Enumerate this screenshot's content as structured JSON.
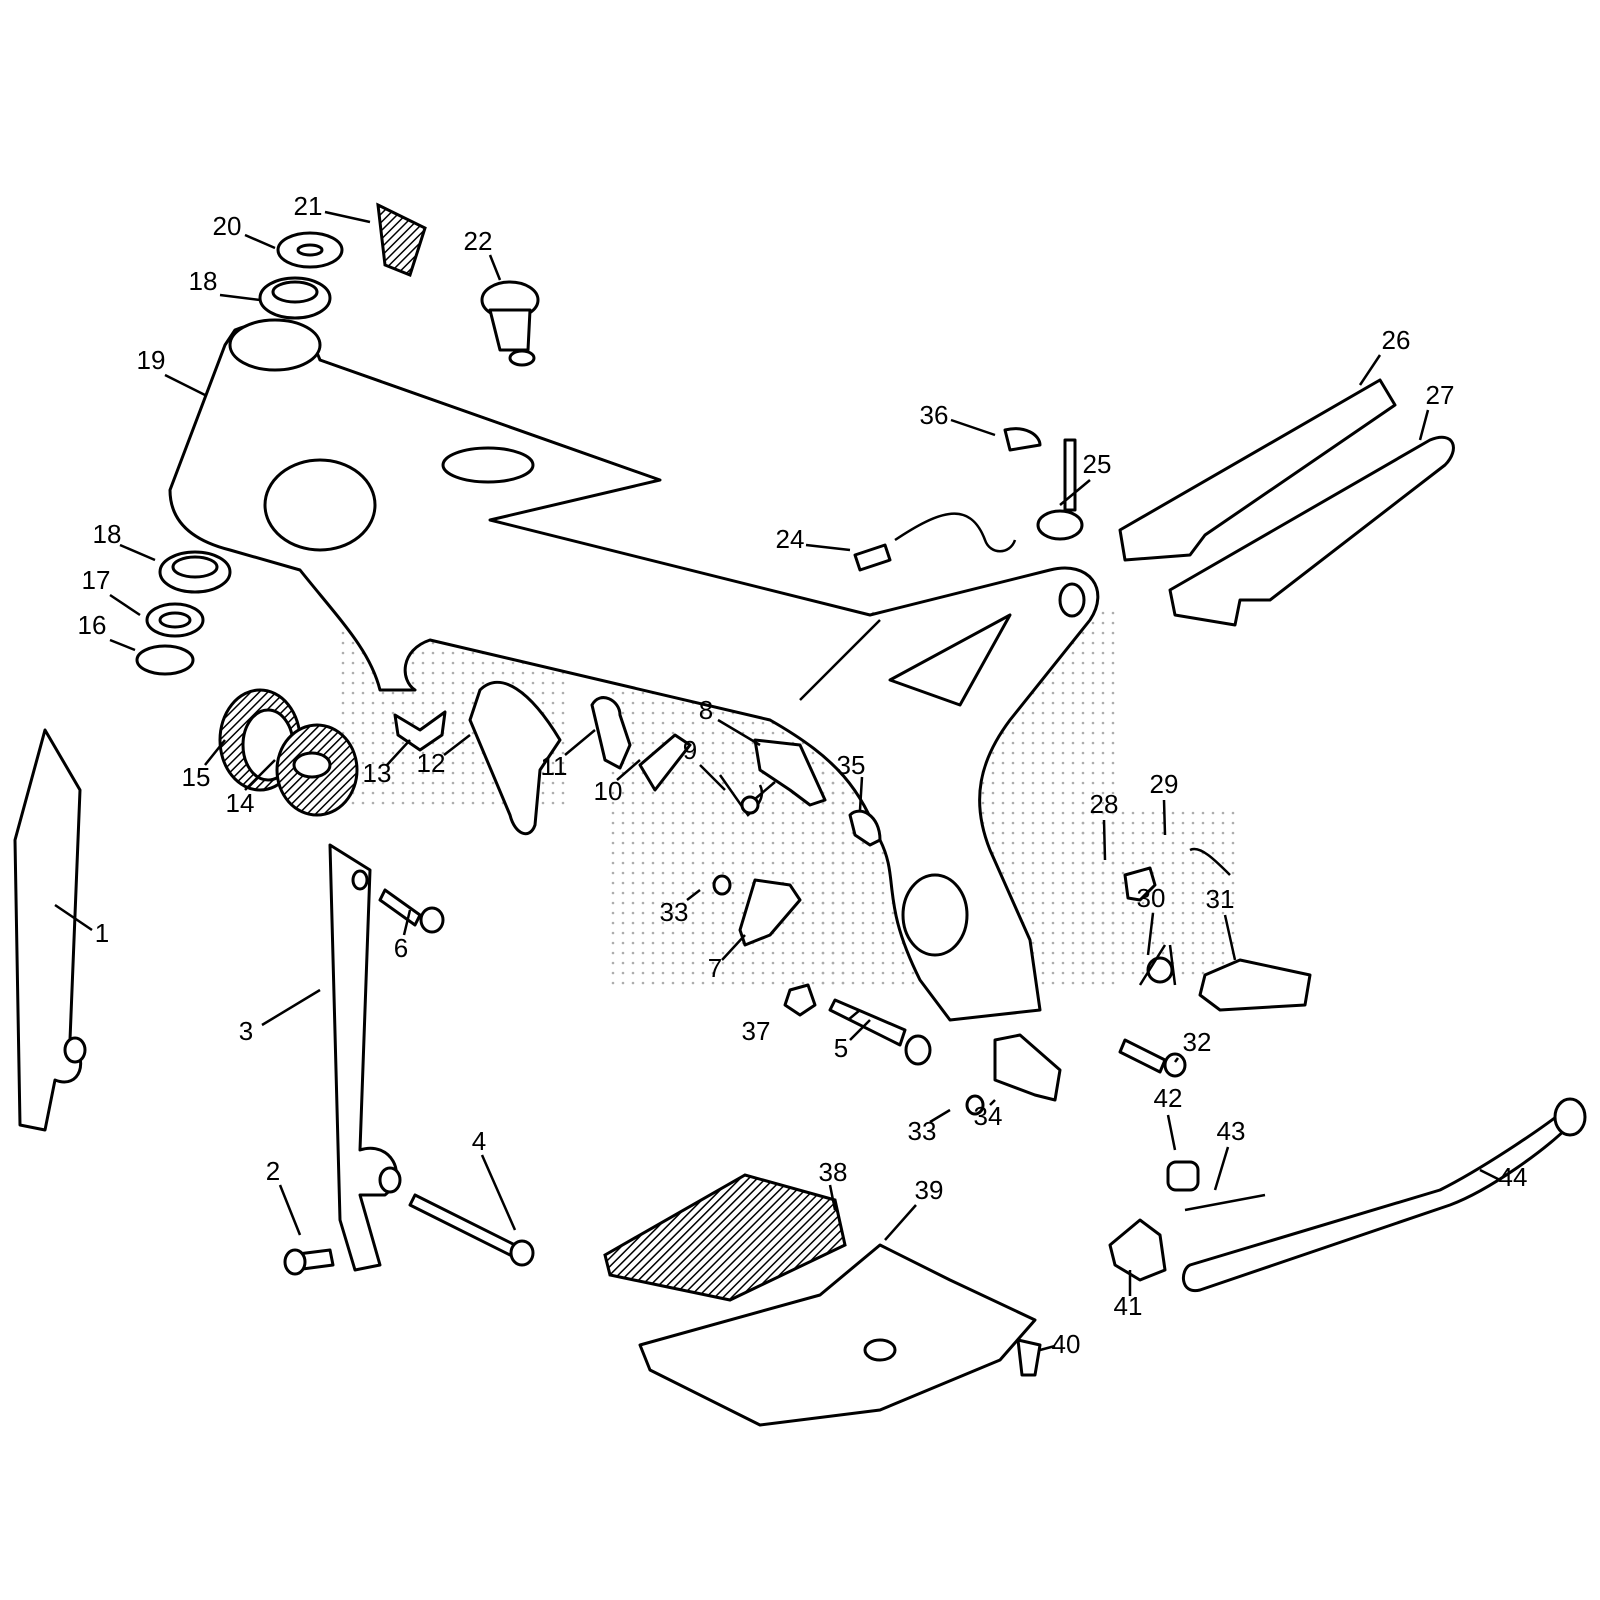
{
  "diagram": {
    "title": "Frame exploded parts diagram",
    "part_labels": [
      "1",
      "2",
      "3",
      "4",
      "5",
      "6",
      "7",
      "8",
      "9",
      "10",
      "11",
      "12",
      "13",
      "14",
      "15",
      "16",
      "17",
      "18",
      "18",
      "19",
      "20",
      "21",
      "22",
      "24",
      "25",
      "26",
      "27",
      "28",
      "29",
      "30",
      "31",
      "32",
      "33",
      "33",
      "34",
      "35",
      "36",
      "37",
      "38",
      "39",
      "40",
      "41",
      "42",
      "43",
      "44"
    ]
  }
}
